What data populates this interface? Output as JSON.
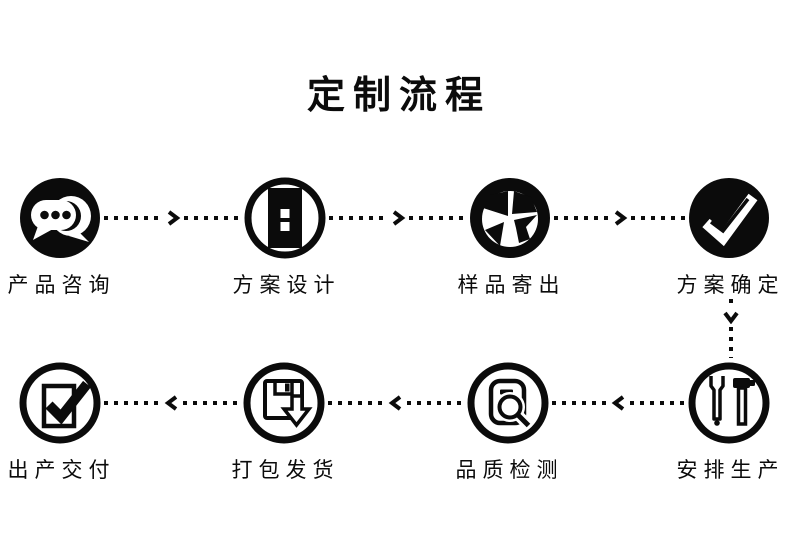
{
  "title": "定制流程",
  "steps": [
    {
      "label": "产品咨询",
      "icon": "chat-bubbles-icon"
    },
    {
      "label": "方案设计",
      "icon": "design-document-icon"
    },
    {
      "label": "样品寄出",
      "icon": "send-sample-icon"
    },
    {
      "label": "方案确定",
      "icon": "confirm-check-icon"
    },
    {
      "label": "安排生产",
      "icon": "wrench-hammer-icon"
    },
    {
      "label": "品质检测",
      "icon": "inspection-magnifier-icon"
    },
    {
      "label": "打包发货",
      "icon": "package-download-icon"
    },
    {
      "label": "出产交付",
      "icon": "checked-box-icon"
    }
  ],
  "flow": {
    "row1_direction": "left-to-right",
    "row2_direction": "right-to-left",
    "connector_style": "dotted-line-with-chevron"
  },
  "colors": {
    "foreground": "#0b0b0b",
    "background": "#ffffff"
  }
}
